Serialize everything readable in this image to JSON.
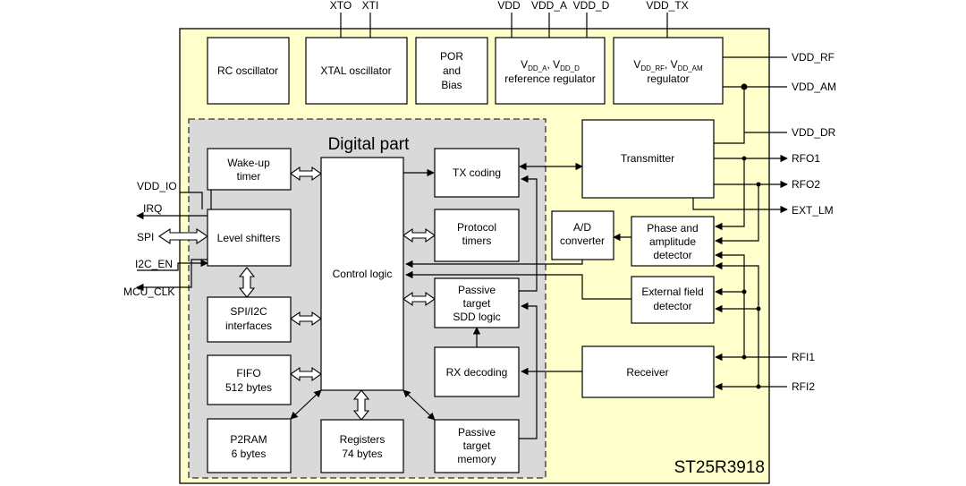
{
  "chip_name": "ST25R3918",
  "digital_part_title": "Digital part",
  "blocks": {
    "rc_osc": [
      "RC oscillator"
    ],
    "xtal_osc": [
      "XTAL oscillator"
    ],
    "por": [
      "POR",
      "and",
      "Bias"
    ],
    "ref_reg": [
      "V_DD_A, V_DD_D",
      "reference regulator"
    ],
    "rf_reg": [
      "V_DD_RF, V_DD_AM",
      "regulator"
    ],
    "wakeup": [
      "Wake-up",
      "timer"
    ],
    "level": [
      "Level shifters"
    ],
    "spi_i2c": [
      "SPI/I2C",
      "interfaces"
    ],
    "fifo": [
      "FIFO",
      "512 bytes"
    ],
    "p2ram": [
      "P2RAM",
      "6 bytes"
    ],
    "control": [
      "Control logic"
    ],
    "registers": [
      "Registers",
      "74 bytes"
    ],
    "tx_coding": [
      "TX coding"
    ],
    "protocol": [
      "Protocol",
      "timers"
    ],
    "sdd": [
      "Passive",
      "target",
      "SDD logic"
    ],
    "rx_decoding": [
      "RX decoding"
    ],
    "memory": [
      "Passive",
      "target",
      "memory"
    ],
    "transmitter": [
      "Transmitter"
    ],
    "adc": [
      "A/D",
      "converter"
    ],
    "phase": [
      "Phase and",
      "amplitude",
      "detector"
    ],
    "field": [
      "External field",
      "detector"
    ],
    "receiver": [
      "Receiver"
    ]
  },
  "pins": {
    "top": [
      "XTO",
      "XTI",
      "VDD",
      "VDD_A",
      "VDD_D",
      "VDD_TX"
    ],
    "left": [
      "VDD_IO",
      "IRQ",
      "SPI",
      "I2C_EN",
      "MCU_CLK"
    ],
    "right": [
      "VDD_RF",
      "VDD_AM",
      "VDD_DR",
      "RFO1",
      "RFO2",
      "EXT_LM",
      "RFI1",
      "RFI2"
    ]
  }
}
